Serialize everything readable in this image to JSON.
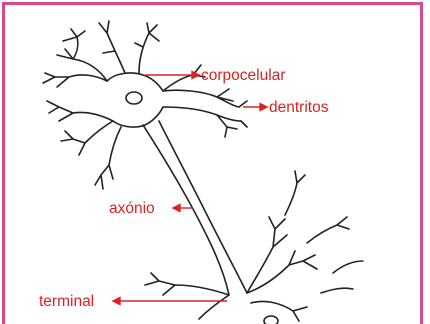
{
  "frame_color": "#d6488f",
  "label_color": "#e02020",
  "line_color": "#222222",
  "labels": {
    "corpo_celular": "corpocelular",
    "dendritos": "dentritos",
    "axonio": "axónio",
    "terminal": "terminal"
  }
}
